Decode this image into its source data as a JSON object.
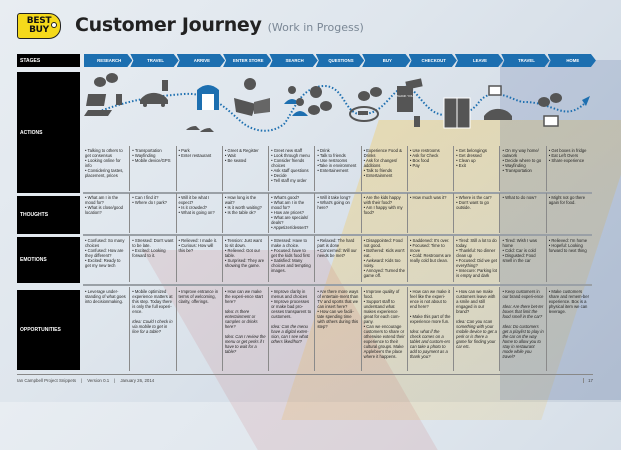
{
  "brand": {
    "logo_line1": "BEST",
    "logo_line2": "BUY"
  },
  "header": {
    "title": "Customer Journey",
    "subtitle": "(Work in Progess)"
  },
  "row_labels": {
    "stages": "STAGES",
    "actions": "ACTIONS",
    "thoughts": "THOUGHTS",
    "emotions": "EMOTIONS",
    "opportunities": "OPPORTUNITIES"
  },
  "stages": [
    "RESEARCH",
    "TRAVEL",
    "ARRIVE",
    "ENTER STORE",
    "SEARCH",
    "QUESTIONS",
    "BUY",
    "CHECKOUT",
    "LEAVE",
    "TRAVEL",
    "HOME"
  ],
  "icons": [
    {
      "name": "speech-bubbles-icon"
    },
    {
      "name": "laptop-icon"
    },
    {
      "name": "mobile-phone-icon"
    },
    {
      "name": "car-icon"
    },
    {
      "name": "parking-cars-icon"
    },
    {
      "name": "restaurant-entrance-icon"
    },
    {
      "name": "clock-icon"
    },
    {
      "name": "menu-icon"
    },
    {
      "name": "people-icon"
    },
    {
      "name": "plate-icon"
    },
    {
      "name": "thank-you-receipt-icon"
    },
    {
      "name": "exit-door-icon"
    },
    {
      "name": "tv-icon"
    },
    {
      "name": "arrow-icon"
    }
  ],
  "thank_you_text": "THANK YOU",
  "actions": [
    "• Talking to others to get consensus\n• Looking online for info\n• Considering tastes, placement, prices",
    "• Transportation\n• Wayfinding\n• Mobile device/GPS",
    "• Park\n• Enter restaurant",
    "• Greet & Register\n• Wait\n• Be seated",
    "• Greet new staff\n• Look through menu\n• Consider friends choices\n• Ask staff questions\n• Decide\n• Tell staff my order",
    "• Drink\n• Talk to friends\n• Use restrooms\n•Take in environment\n• Entertainement",
    "• Experience Food & Drinks\n• Ask for changes/ additions\n• Talk to friends\n• Entertainment",
    "• Use restrooms\n• Ask for Check\n• Box food\n• Pay",
    "• Get belongings\n• Get dressed\n• Clean up\n• Exit",
    "• On my way home/ outwork\n• Decide where to go\n• Wayfinding\n• Transportation",
    "• Get boxes in fridge\n• Eat Left Overs\n• Share experience"
  ],
  "thoughts": [
    "• What am I in the mood for?\n• What is close/good location?",
    "• Can I find it?\n• Where do I park?",
    "• Will it be what I expect?\n• Is it crowded?\n• What is going on?",
    "• How long is the wait?\n• Is it worth waiting?\n• Is the table ok?",
    "• What's good?\n• What am I in the mood for?\n• How are prices?\n• What are specials/ deals?\n• Appetizer/dessert?",
    "• Will it take long?\n• What's going on here?",
    "• Are the kids happy with their food?\n• Am I happy with my food?",
    "• How much was it?",
    "• Where is the car?\n• Don't want to go outside.",
    "• What to do now?",
    "• Might not go there again for food."
  ],
  "emotions": [
    "• Confused: So many choices\n• Confused: How are they different?\n• Excited: Ready to get my new tech",
    "• Stressed: Don't want to be late.\n• Excited: Looking forward to it.",
    "• Relieved: I made it.\n• Curious: How will this be?",
    "• Tension: Just want to sit down.\n• Relieved: Got our table.\n• Surprised: They are showing the game.",
    "• Stressed: Have to make a choice.\n• Focused: have to get the kids food first\n• Satisfied: Many choices and tempting images.",
    "• Relaxed: The hard part is done\n• Concerned: Will our needs be met?",
    "• Disappointed: Food not good.\n• Bothered: Kids won't eat.\n• Awkward: Kids too noisy.\n• Annoyed: Turned the game off.",
    "• Saddened: It's over.\n• Focused: Time to move\n• Cold: Restrooms are really cold but clean.",
    "• Tired: Still a lot to do today.\n• Thankful: No dinner clean up\n• Focused: Did we get everything?\n• Insecure: Parking lot is empty and dark",
    "• Tired: Wish I was home\n• Cold: Car is cold\n• Disgusted: Food smell in the car",
    "• Relieved: I'm home\n• Hopeful: Looking forward to next thing"
  ],
  "opportunities": [
    {
      "text": "• Leverage under-standing of what goes into decisionmaking.",
      "idea": ""
    },
    {
      "text": "• Mobile optimized experience matters at this step. Today there is only the full experi-ence.",
      "idea": "Idea: Could I check in via mobile to get in line for a table?"
    },
    {
      "text": "• Improve entrance in terms of welcoming, clarity, offerings.",
      "idea": ""
    },
    {
      "text": "• How can we make the experi-ence start here?",
      "idea": "Idea: Is there entertainment or samples or drinks here?\n\nIdea: Can I review the menu or get perks if I have to wait for a table?"
    },
    {
      "text": "• Improve clarity in menus and choices\n• Improve processes or make bad pro-cesses transparent to customers.",
      "idea": "Idea: Can the menu have a digital exten-sion, can I see what others liked/hot?"
    },
    {
      "text": "• Are there more ways of entertain-ment than TV and sports that we can insert here?\n• How can we facili-tate spending time with others during this step?",
      "idea": ""
    },
    {
      "text": "• Improve quality of food.\n• Support staff to understand what makes experience great for each com-pany.\n• Can we encourage customers to share or otherwise extend their experience to their cultural groups. Make Applebee's the place where it happens.",
      "idea": ""
    },
    {
      "text": "• How can we make it feel like the experi-ence is not about to end here?\n\n• Make this part of the experience more fun.",
      "idea": "Idea: what if the check comes on a tablet and custom-ers can take a photo to add to payment as a thank you?"
    },
    {
      "text": "• How can we make customers leave with a smile and still engaged in our brand?",
      "idea": "Idea: Can you scan something with your mobile device to get a perk or is there a game for finding your car etc."
    },
    {
      "text": "• Keep customers in our brand experi-ence",
      "idea": "Idea: Are there bet-ter boxes that limit the food smell in the car?\n\nIdea: Do customers get a playlist to play in the car on the way home to allow you to stay in restaurant mode while you travel?"
    },
    {
      "text": "• Make customers share and remem-ber experience. Box is a physical item we can leverage.",
      "idea": ""
    }
  ],
  "footer": {
    "author": "Ian Campbell Project Snippets",
    "version": "Version 0.1",
    "date": "January 26, 2014",
    "page": "17"
  },
  "colors": {
    "stage_blue": "#1d6fb0",
    "label_black": "#000000",
    "logo_yellow": "#f5d91b",
    "icon_gray": "#555555"
  }
}
